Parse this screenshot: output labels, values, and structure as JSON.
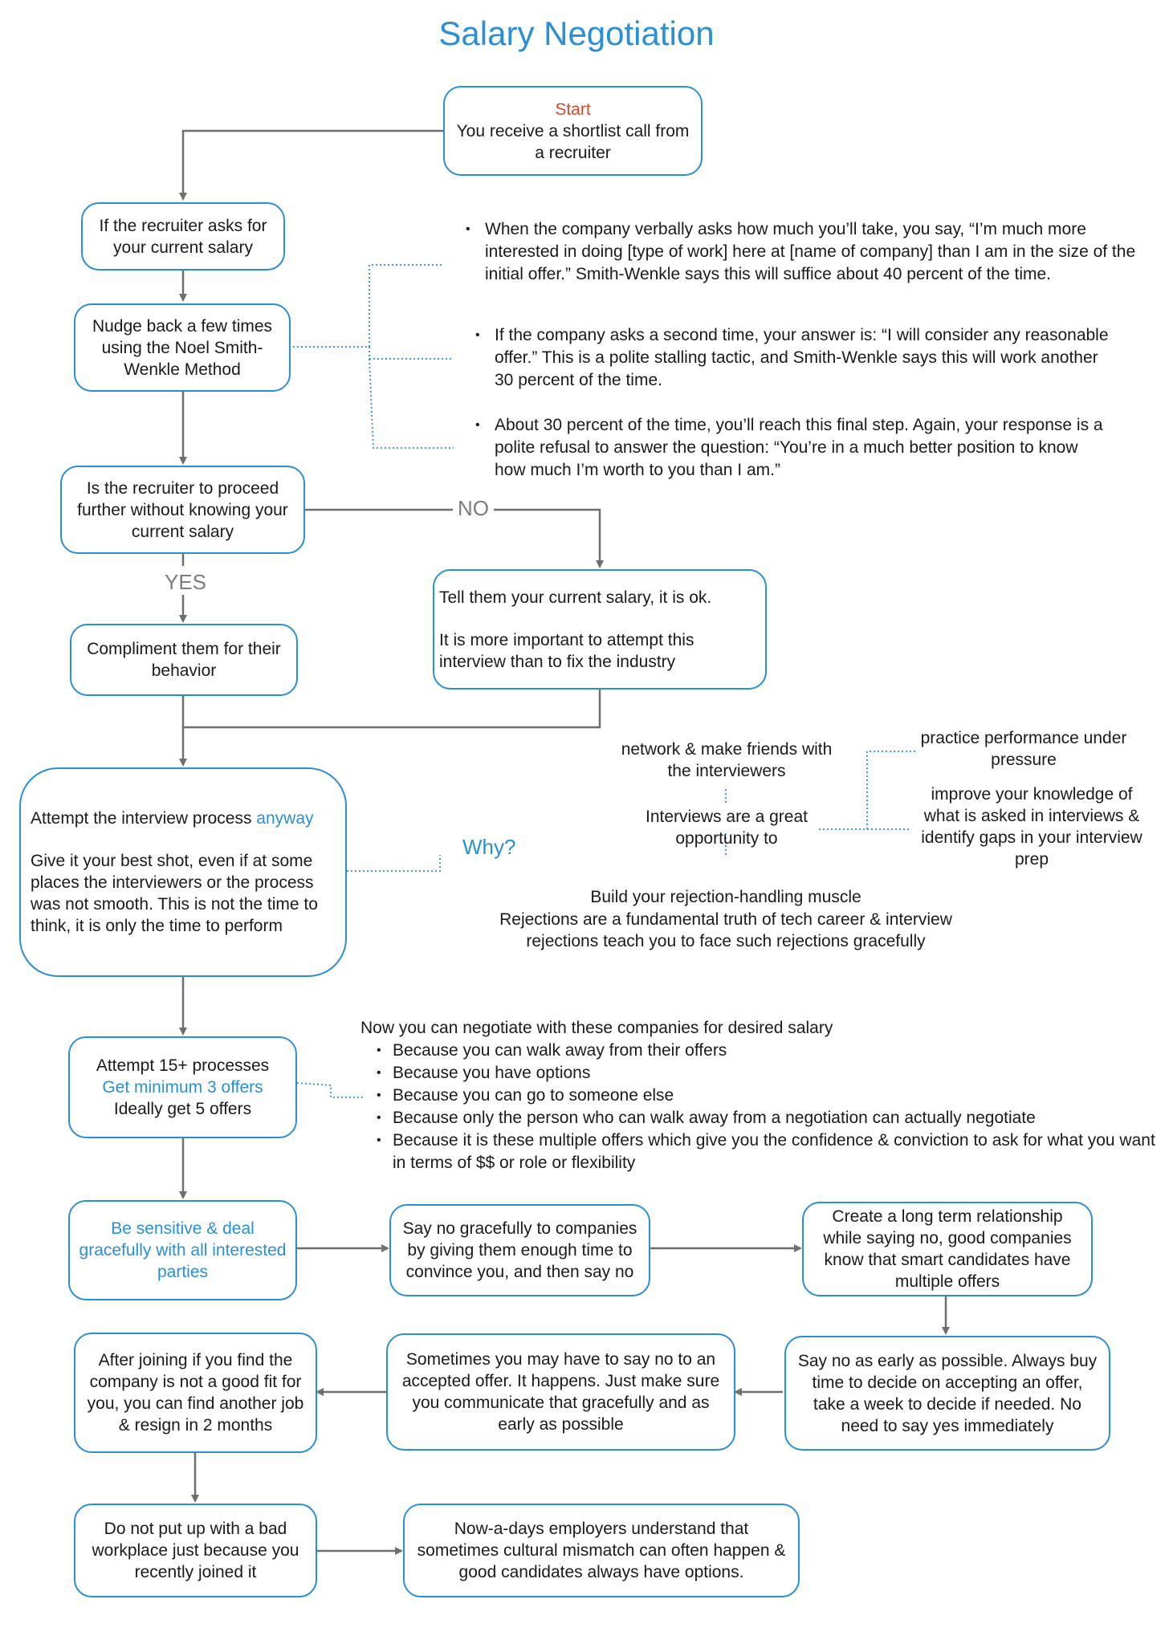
{
  "title": "Salary Negotiation",
  "start": {
    "label": "Start",
    "text": "You receive a shortlist call from a recruiter"
  },
  "current_salary_box": "If the recruiter asks for your current salary",
  "nudge_box": "Nudge back a few times using the Noel Smith-Wenkle Method",
  "method_points": [
    "When the company verbally asks how much you’ll take, you say, “I’m much more interested in doing [type of work] here at [name of company] than I am in the size of the initial offer.” Smith-Wenkle says this will suffice about 40 percent of the time.",
    "If the company asks a second time, your answer is: “I will consider any reasonable offer.” This is a polite stalling tactic, and Smith-Wenkle says this will work another 30 percent of the time.",
    "About 30 percent of the time, you’ll reach this final step. Again, your response is a polite refusal to answer the question: “You’re in a much better position to know how much I’m worth to you than I am.”"
  ],
  "proceed_question": "Is the recruiter to proceed further without knowing your current salary",
  "labels": {
    "no": "NO",
    "yes": "YES",
    "why": "Why?"
  },
  "tell_box": {
    "line1": "Tell them your current salary, it is ok.",
    "line2": "It is more important to attempt this interview than to fix the industry"
  },
  "compliment_box": "Compliment them for their behavior",
  "attempt_box": {
    "text1": "Attempt the interview process",
    "text1_highlight": "anyway",
    "text2": "Give it your best shot, even if at some places the interviewers or the process was not smooth. This is not the time to think, it is only the time to perform"
  },
  "opportunity": {
    "center": "Interviews are a great opportunity to",
    "network": "network & make friends with the interviewers",
    "practice": "practice performance under pressure",
    "knowledge": "improve your knowledge of what is asked in interviews & identify gaps in your interview prep",
    "rejection_title": "Build your rejection-handling muscle",
    "rejection_text": "Rejections are a fundamental truth of tech career & interview rejections teach you to face such rejections gracefully"
  },
  "processes_box": {
    "line1": "Attempt 15+ processes",
    "line2": "Get minimum 3 offers",
    "line3": "Ideally get 5 offers"
  },
  "negotiate": {
    "heading": "Now you can negotiate with these companies for desired salary",
    "points": [
      "Because you can walk away from their offers",
      "Because you have options",
      "Because you can go to someone else",
      "Because only the person who can walk away from a negotiation can actually negotiate",
      "Because it is these multiple offers which give you the confidence & conviction to ask for what you want in terms of $$ or role or flexibility"
    ]
  },
  "sensitive_box": "Be sensitive & deal gracefully with all interested parties",
  "say_no_box": "Say no gracefully to companies by giving them enough time to convince you, and then say no",
  "relationship_box": "Create a long term relationship while saying no, good companies know that smart candidates have multiple offers",
  "early_box": "Say no as early as possible. Always buy time to decide on accepting an offer, take a week to decide if needed. No need to say yes immediately",
  "sometimes_box": "Sometimes you may have to say no to an accepted offer. It happens. Just make sure you communicate that gracefully and as early as possible",
  "after_joining_box": "After joining if you find the company is not a good fit for you, you can find another job & resign in 2 months",
  "bad_workplace_box": "Do not put up with a bad workplace just because you recently joined it",
  "employers_box": "Now-a-days employers understand that sometimes cultural mismatch can often happen & good candidates always have options.",
  "colors": {
    "accent": "#2b8fd6",
    "start": "#d9472b",
    "connector": "#6f6f6f",
    "label": "#7d7d7d"
  }
}
